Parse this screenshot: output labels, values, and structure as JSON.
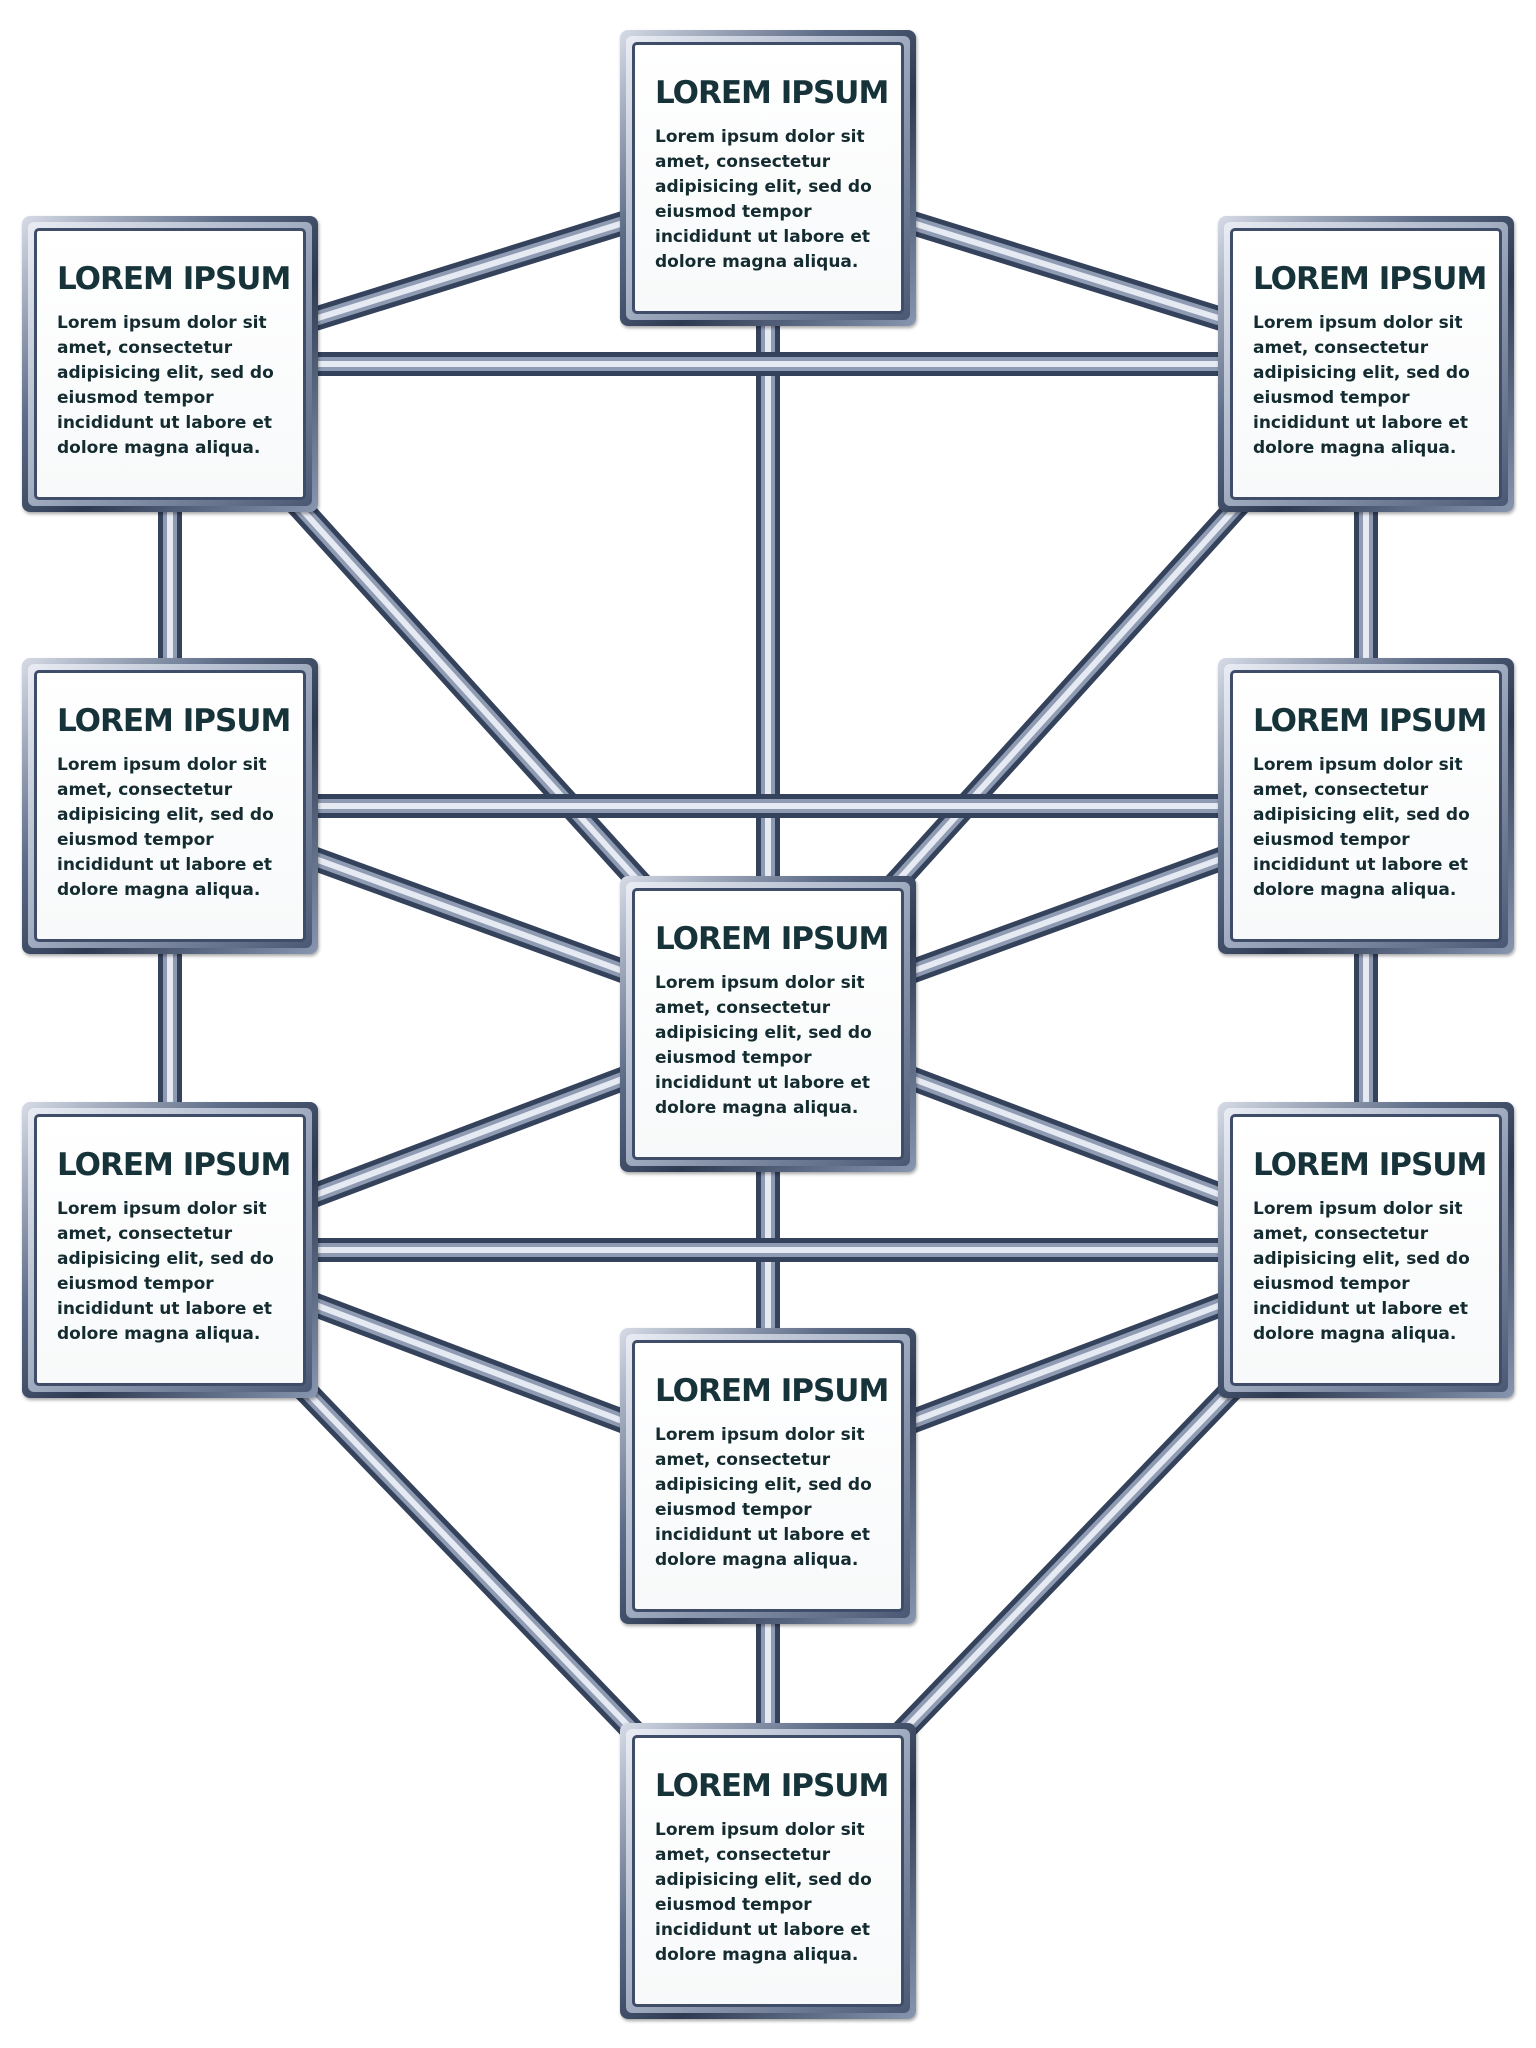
{
  "nodes": [
    {
      "id": "top",
      "title": "LOREM IPSUM",
      "body": "Lorem ipsum dolor sit\namet, consectetur\nadipisicing elit, sed do\neiusmod tempor\nincididunt ut labore et\ndolore magna aliqua."
    },
    {
      "id": "upper-left",
      "title": "LOREM IPSUM",
      "body": "Lorem ipsum dolor sit\namet, consectetur\nadipisicing elit, sed do\neiusmod tempor\nincididunt ut labore et\ndolore magna aliqua."
    },
    {
      "id": "upper-right",
      "title": "LOREM IPSUM",
      "body": "Lorem ipsum dolor sit\namet, consectetur\nadipisicing elit, sed do\neiusmod tempor\nincididunt ut labore et\ndolore magna aliqua."
    },
    {
      "id": "middle-left",
      "title": "LOREM IPSUM",
      "body": "Lorem ipsum dolor sit\namet, consectetur\nadipisicing elit, sed do\neiusmod tempor\nincididunt ut labore et\ndolore magna aliqua."
    },
    {
      "id": "middle-right",
      "title": "LOREM IPSUM",
      "body": "Lorem ipsum dolor sit\namet, consectetur\nadipisicing elit, sed do\neiusmod tempor\nincididunt ut labore et\ndolore magna aliqua."
    },
    {
      "id": "center",
      "title": "LOREM IPSUM",
      "body": "Lorem ipsum dolor sit\namet, consectetur\nadipisicing elit, sed do\neiusmod tempor\nincididunt ut labore et\ndolore magna aliqua."
    },
    {
      "id": "lower-left",
      "title": "LOREM IPSUM",
      "body": "Lorem ipsum dolor sit\namet, consectetur\nadipisicing elit, sed do\neiusmod tempor\nincididunt ut labore et\ndolore magna aliqua."
    },
    {
      "id": "lower-right",
      "title": "LOREM IPSUM",
      "body": "Lorem ipsum dolor sit\namet, consectetur\nadipisicing elit, sed do\neiusmod tempor\nincididunt ut labore et\ndolore magna aliqua."
    },
    {
      "id": "lower-center",
      "title": "LOREM IPSUM",
      "body": "Lorem ipsum dolor sit\namet, consectetur\nadipisicing elit, sed do\neiusmod tempor\nincididunt ut labore et\ndolore magna aliqua."
    },
    {
      "id": "bottom",
      "title": "LOREM IPSUM",
      "body": "Lorem ipsum dolor sit\namet, consectetur\nadipisicing elit, sed do\neiusmod tempor\nincididunt ut labore et\ndolore magna aliqua."
    }
  ],
  "connections": [
    [
      "top",
      "upper-left"
    ],
    [
      "top",
      "upper-right"
    ],
    [
      "top",
      "center"
    ],
    [
      "upper-left",
      "upper-right"
    ],
    [
      "upper-left",
      "middle-left"
    ],
    [
      "upper-left",
      "center"
    ],
    [
      "upper-right",
      "middle-right"
    ],
    [
      "upper-right",
      "center"
    ],
    [
      "middle-left",
      "middle-right"
    ],
    [
      "middle-left",
      "center"
    ],
    [
      "middle-left",
      "lower-left"
    ],
    [
      "middle-right",
      "center"
    ],
    [
      "middle-right",
      "lower-right"
    ],
    [
      "center",
      "lower-left"
    ],
    [
      "center",
      "lower-right"
    ],
    [
      "center",
      "lower-center"
    ],
    [
      "lower-left",
      "lower-right"
    ],
    [
      "lower-left",
      "lower-center"
    ],
    [
      "lower-left",
      "bottom"
    ],
    [
      "lower-right",
      "lower-center"
    ],
    [
      "lower-right",
      "bottom"
    ],
    [
      "lower-center",
      "bottom"
    ]
  ],
  "colors": {
    "connector_dark": "#34425c",
    "connector_light": "#e6eaf2",
    "title_text": "#16333a",
    "body_text": "#142b30"
  }
}
